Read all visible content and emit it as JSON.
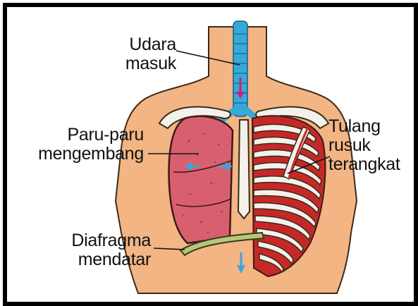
{
  "labels": {
    "udara": {
      "line1": "Udara",
      "line2": "masuk"
    },
    "paru": {
      "line1": "Paru-paru",
      "line2": "mengembang"
    },
    "diafragma": {
      "line1": "Diafragma",
      "line2": "mendatar"
    },
    "tulang": {
      "line1": "Tulang",
      "line2": "rusuk",
      "line3": "terangkat"
    }
  },
  "colors": {
    "skin": "#f2b583",
    "skin_outline": "#3a2a1a",
    "trachea": "#36a9d8",
    "lung": "#d8606e",
    "rib_muscle": "#c62828",
    "bone": "#f4f1ea",
    "diaphragm": "#b5c87a",
    "arrow_blue": "#3aa6e0",
    "arrow_magenta": "#d81b73"
  },
  "icons": {
    "air_arrow": "arrow-down-icon",
    "expand_arrows": "arrow-left-right-icon",
    "diaphragm_arrow": "arrow-down-icon"
  }
}
